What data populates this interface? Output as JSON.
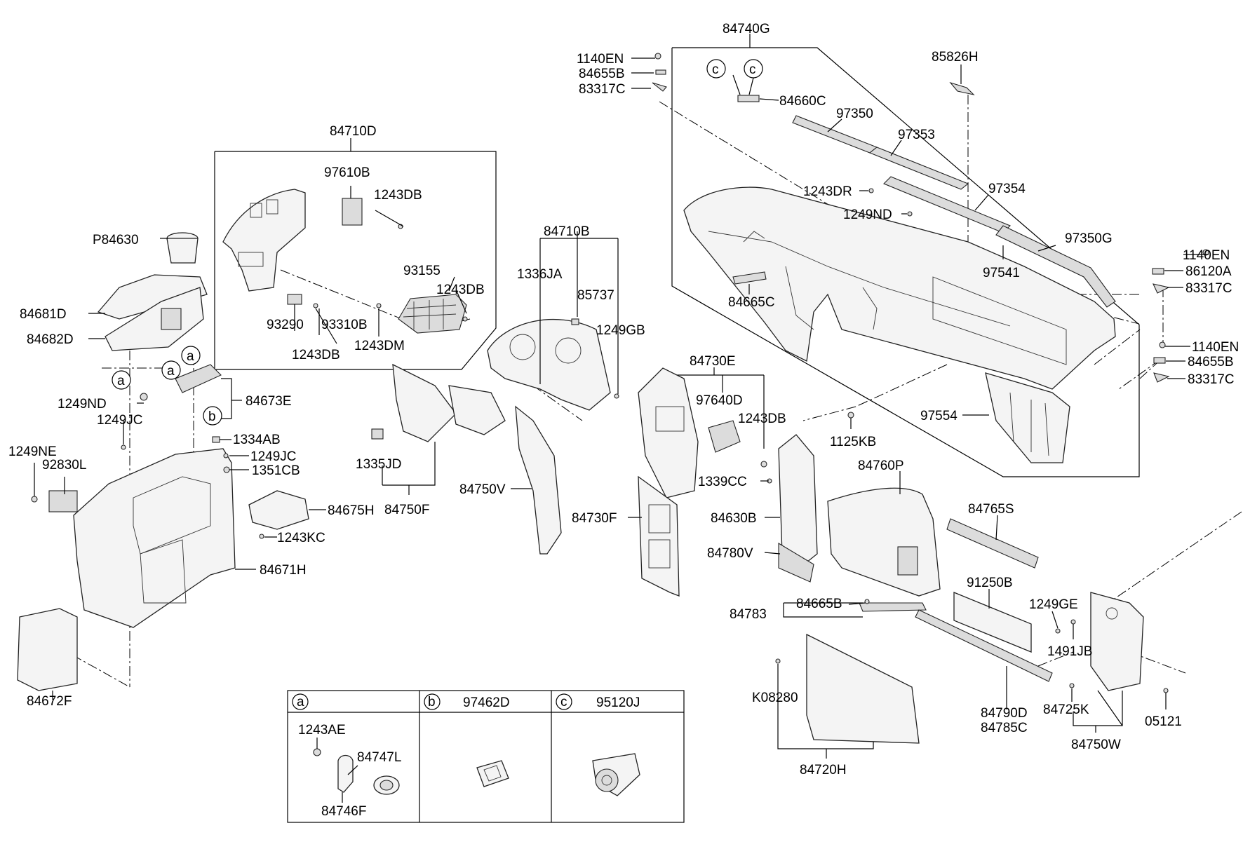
{
  "labels": {
    "p84740G": "84740G",
    "p85826H": "85826H",
    "p1140EN_a": "1140EN",
    "p84655B_a": "84655B",
    "p83317C_a": "83317C",
    "p84660C": "84660C",
    "p97350": "97350",
    "p97353": "97353",
    "p1243DR": "1243DR",
    "p1249ND_b": "1249ND",
    "p97354": "97354",
    "p97350G": "97350G",
    "p97541": "97541",
    "p84665C": "84665C",
    "p1140EN_b": "1140EN",
    "p86120A": "86120A",
    "p83317C_b": "83317C",
    "p1140EN_c": "1140EN",
    "p84655B_b": "84655B",
    "p83317C_c": "83317C",
    "p97554": "97554",
    "p1125KB": "1125KB",
    "p84710D": "84710D",
    "p97610B": "97610B",
    "p1243DB_a": "1243DB",
    "p93155": "93155",
    "p1243DB_b": "1243DB",
    "p93290": "93290",
    "p93310B": "93310B",
    "p1243DB_c": "1243DB",
    "p1243DM": "1243DM",
    "pP84630": "P84630",
    "p84681D": "84681D",
    "p84682D": "84682D",
    "p1249ND_a": "1249ND",
    "p1249JC_a": "1249JC",
    "p84673E": "84673E",
    "p1249NE": "1249NE",
    "p92830L": "92830L",
    "p1334AB": "1334AB",
    "p1249JC_b": "1249JC",
    "p1351CB": "1351CB",
    "p84675H": "84675H",
    "p1243KC": "1243KC",
    "p84671H": "84671H",
    "p84672F": "84672F",
    "p84710B": "84710B",
    "p1336JA": "1336JA",
    "p85737": "85737",
    "p1249GB": "1249GB",
    "p1335JD": "1335JD",
    "p84750F": "84750F",
    "p84750V": "84750V",
    "p84730E": "84730E",
    "p97640D": "97640D",
    "p1243DB_d": "1243DB",
    "p1339CC": "1339CC",
    "p84630B": "84630B",
    "p84780V": "84780V",
    "p84730F": "84730F",
    "p84760P": "84760P",
    "p84765S": "84765S",
    "p91250B": "91250B",
    "p1249GE": "1249GE",
    "p1491JB": "1491JB",
    "p84783": "84783",
    "p84665B": "84665B",
    "pK08280": "K08280",
    "p84790D": "84790D",
    "p84785C": "84785C",
    "p84725K": "84725K",
    "p05121": "05121",
    "p84750W": "84750W",
    "p84720H": "84720H",
    "ref_a_1": "a",
    "ref_a_2": "a",
    "ref_a_3": "a",
    "ref_b": "b",
    "ref_c_1": "c",
    "ref_c_2": "c"
  },
  "legend": {
    "a_key": "a",
    "b_key": "b",
    "c_key": "c",
    "b_part": "97462D",
    "c_part": "95120J",
    "a_1243AE": "1243AE",
    "a_84747L": "84747L",
    "a_84746F": "84746F"
  }
}
